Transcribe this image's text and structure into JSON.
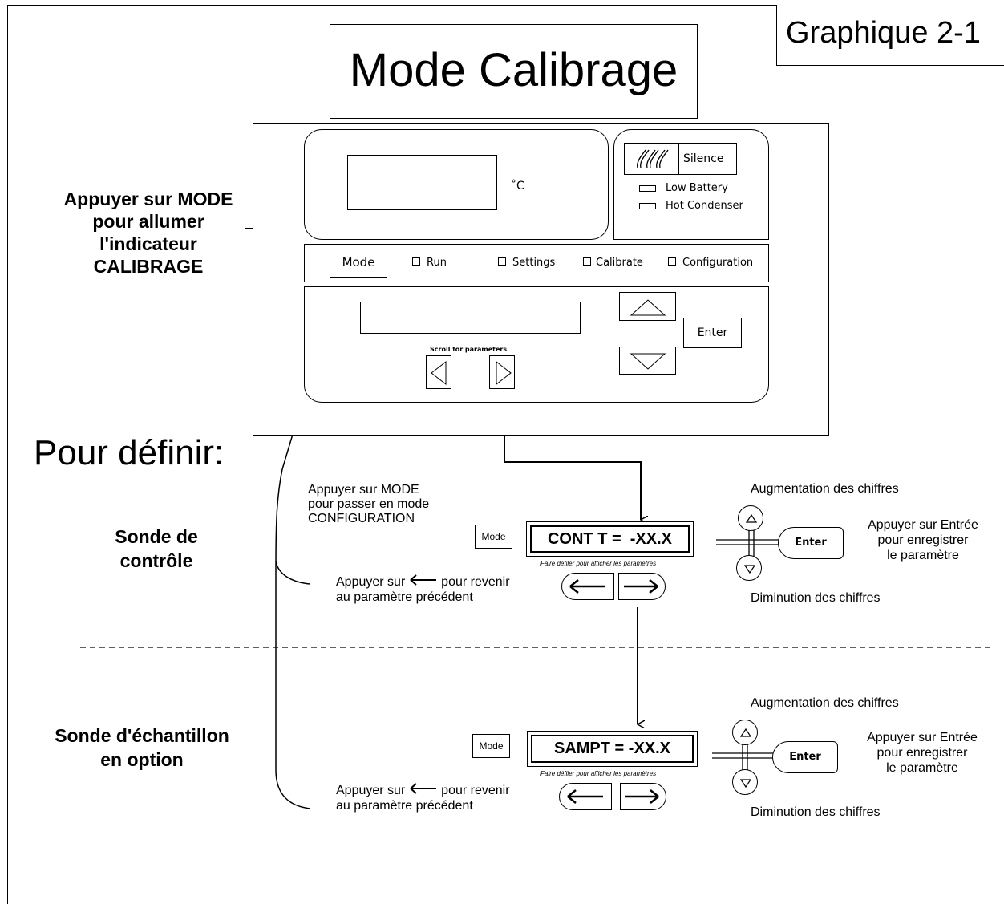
{
  "figure_label": "Graphique 2-1",
  "title": "Mode Calibrage",
  "panel": {
    "temp_unit": "˚C",
    "silence_label": "Silence",
    "low_battery": "Low Battery",
    "hot_condenser": "Hot Condenser",
    "mode_button": "Mode",
    "run": "Run",
    "settings": "Settings",
    "calibrate": "Calibrate",
    "configuration": "Configuration",
    "scroll_label": "Scroll for parameters",
    "enter_button": "Enter"
  },
  "left_callout": {
    "line1": "Appuyer sur MODE",
    "line2": "pour allumer",
    "line3": "l'indicateur",
    "line4": "CALIBRAGE"
  },
  "pour_definir": "Pour définir:",
  "section1": {
    "heading_line1": "Sonde de",
    "heading_line2": "contrôle",
    "mode_note_line1": "Appuyer sur MODE",
    "mode_note_line2": "pour passer en mode",
    "mode_note_line3": "CONFIGURATION",
    "mode_button": "Mode",
    "display": "CONT T =  -XX.X",
    "scroll_caption": "Faire défiler pour afficher les paramètres",
    "back_note_part1": "Appuyer sur",
    "back_note_part2": "pour revenir",
    "back_note_line2": "au paramètre précédent",
    "increase": "Augmentation des chiffres",
    "decrease": "Diminution des chiffres",
    "enter_button": "Enter",
    "enter_note_line1": "Appuyer sur Entrée",
    "enter_note_line2": "pour enregistrer",
    "enter_note_line3": "le paramètre"
  },
  "section2": {
    "heading_line1": "Sonde d'échantillon",
    "heading_line2": "en option",
    "mode_button": "Mode",
    "display": "SAMPT = -XX.X",
    "scroll_caption": "Faire défiler pour afficher les paramètres",
    "back_note_part1": "Appuyer sur",
    "back_note_part2": "pour revenir",
    "back_note_line2": "au paramètre précédent",
    "increase": "Augmentation des chiffres",
    "decrease": "Diminution des chiffres",
    "enter_button": "Enter",
    "enter_note_line1": "Appuyer sur Entrée",
    "enter_note_line2": "pour enregistrer",
    "enter_note_line3": "le paramètre"
  }
}
